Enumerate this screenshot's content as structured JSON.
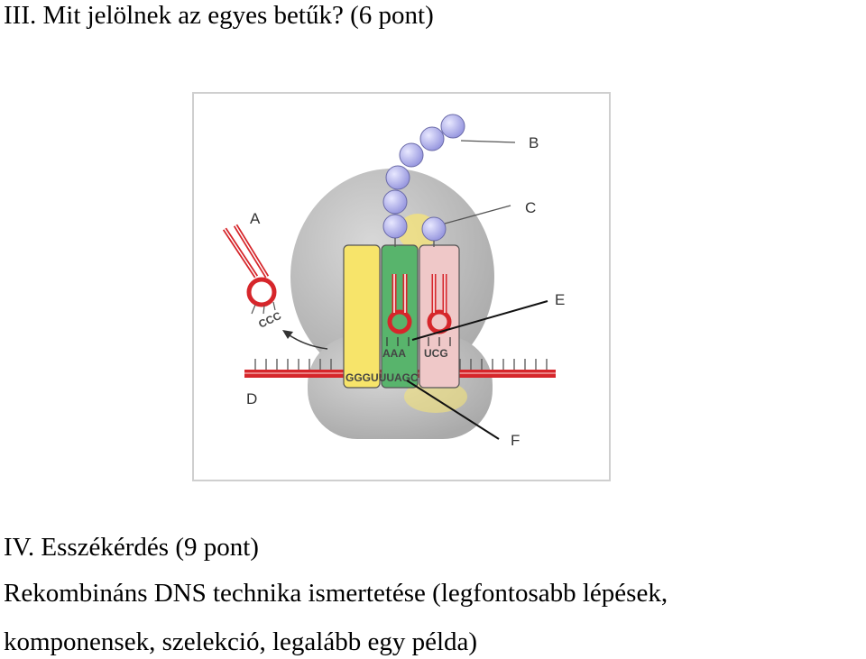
{
  "section3": {
    "heading": "III. Mit jelölnek az egyes betűk? (6 pont)"
  },
  "figure": {
    "labels": {
      "A": "A",
      "B": "B",
      "C": "C",
      "D": "D",
      "E": "E",
      "F": "F"
    },
    "trna_anticodon": "CCC",
    "p_site_anticodon": "AAA",
    "a_site_anticodon": "UCG",
    "mrna_sequence": "GGGUUUAGC",
    "colors": {
      "ribosome": "#c8c8c8",
      "mrna": "#d6262b",
      "exit_site": "#f7e46a",
      "p_site": "#58b46c",
      "a_site": "#efc8c8",
      "amino_acid": "#b9b9ee"
    }
  },
  "section4": {
    "heading": "IV. Esszékérdés (9 pont)",
    "line1": "Rekombináns DNS technika ismertetése (legfontosabb lépések,",
    "line2": "komponensek, szelekció, legalább egy példa)"
  }
}
